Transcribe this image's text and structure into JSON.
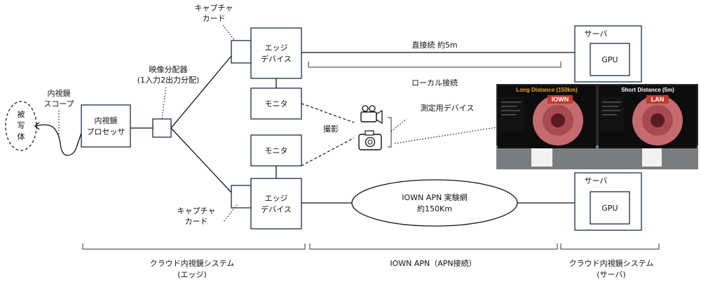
{
  "labels": {
    "subject": [
      "被",
      "写",
      "体"
    ],
    "endoscope_scope": [
      "内視鏡",
      "スコープ"
    ],
    "endoscope_processor": [
      "内視鏡",
      "プロセッサ"
    ],
    "splitter": [
      "映像分配器",
      "(1入力2出力分配)"
    ],
    "capture_card_top": [
      "キャプチャ",
      "カード"
    ],
    "capture_card_bottom": [
      "キャプチャ",
      "カード"
    ],
    "edge_device_top": [
      "エッジ",
      "デバイス"
    ],
    "edge_device_bottom": [
      "エッジ",
      "デバイス"
    ],
    "monitor_top": "モニタ",
    "monitor_bottom": "モニタ",
    "direct_connection": "直接続 約5m",
    "local_connection": "ローカル接続",
    "server_top": "サーバ",
    "gpu_top": "GPU",
    "server_bottom": "サーバ",
    "gpu_bottom": "GPU",
    "shooting": "撮影",
    "measurement_device": "測定用デバイス",
    "iown_network": [
      "IOWN APN 実験網",
      "約150Km"
    ],
    "section_edge": [
      "クラウド内視鏡システム",
      "(エッジ)"
    ],
    "section_apn": "IOWN APN（APN接続）",
    "section_server": [
      "クラウド内視鏡システム",
      "(サーバ)"
    ]
  },
  "photo": {
    "left_title": "Long Distance (150km)",
    "right_title": "Short Distance (5m)",
    "left_badge": "IOWN",
    "right_badge": "LAN"
  },
  "colors": {
    "line": "#111111",
    "box_stroke": "#1a2a4a",
    "photo_title": "#f5a623",
    "photo_badge_iown": "#c0392b",
    "photo_badge_lan": "#c0392b"
  }
}
